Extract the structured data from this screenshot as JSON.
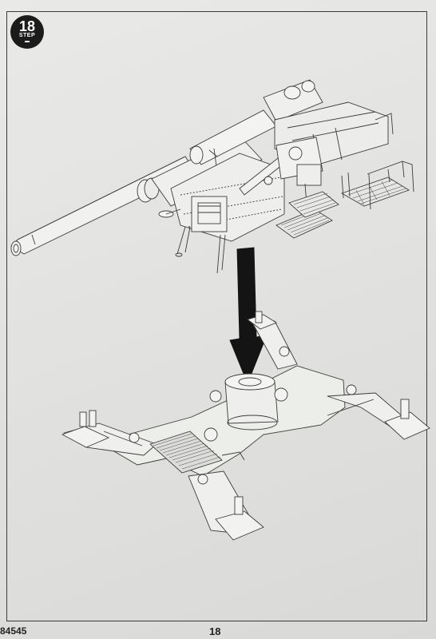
{
  "step": {
    "number": "18",
    "label": "STEP"
  },
  "footer": {
    "code": "84545",
    "page_number": "18"
  },
  "icons": {
    "step_icon": "tank-silhouette-icon",
    "arrow": "assembly-arrow-down-icon"
  }
}
